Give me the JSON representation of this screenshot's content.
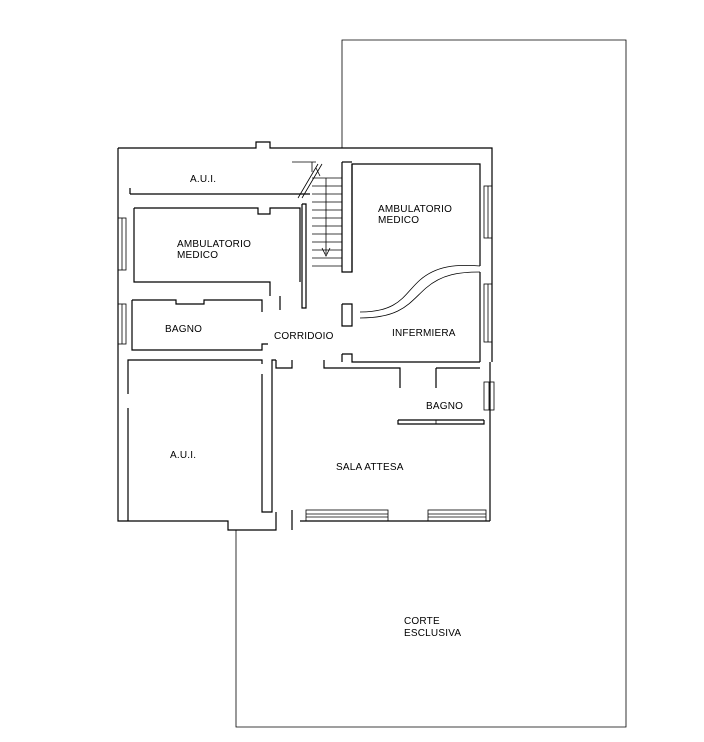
{
  "rooms": {
    "aui_top": "A.U.I.",
    "ambulatorio_left": [
      "AMBULATORIO",
      "MEDICO"
    ],
    "ambulatorio_right": [
      "AMBULATORIO",
      "MEDICO"
    ],
    "bagno_left": "BAGNO",
    "corridoio": "CORRIDOIO",
    "infermiera": "INFERMIERA",
    "bagno_right": "BAGNO",
    "aui_bottom": "A.U.I.",
    "sala_attesa": "SALA ATTESA",
    "corte": [
      "CORTE",
      "ESCLUSIVA"
    ]
  }
}
